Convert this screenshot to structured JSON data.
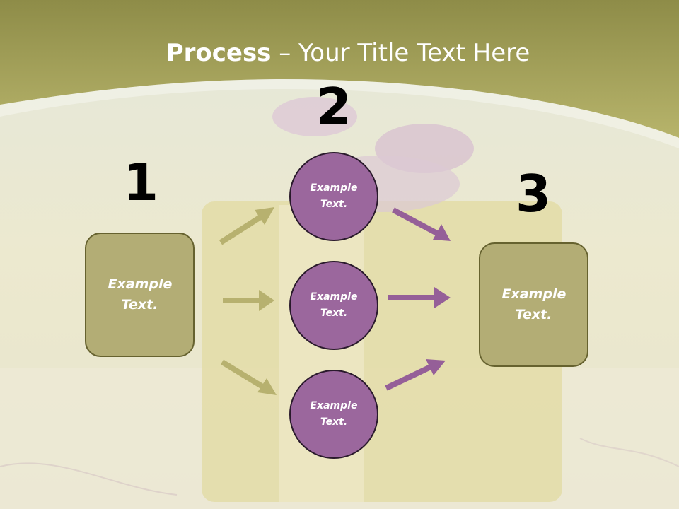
{
  "colors": {
    "header_band": "#9c9a57",
    "box_fill": "#b3ad75",
    "circle_fill": "#9b679d",
    "arrow_green": "#b7b16f",
    "arrow_purple": "#955f98"
  },
  "slide": {
    "title_bold": "Process",
    "title_rest": " – Your Title Text Here",
    "steps": [
      {
        "number": "1",
        "box_text": "Example\nText."
      },
      {
        "number": "2"
      },
      {
        "number": "3",
        "box_text": "Example\nText."
      }
    ],
    "circles": [
      {
        "text": "Example\nText."
      },
      {
        "text": "Example\nText."
      },
      {
        "text": "Example\nText."
      }
    ]
  }
}
